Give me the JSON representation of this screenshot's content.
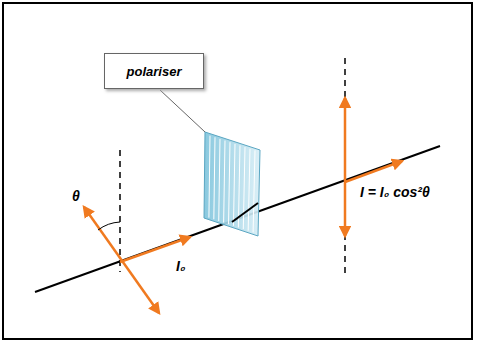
{
  "diagram": {
    "nodes": [
      {
        "text": [
          "polariser"
        ]
      }
    ],
    "labels": [
      "θ",
      "I₀",
      "I = I₀ cos²θ"
    ]
  }
}
